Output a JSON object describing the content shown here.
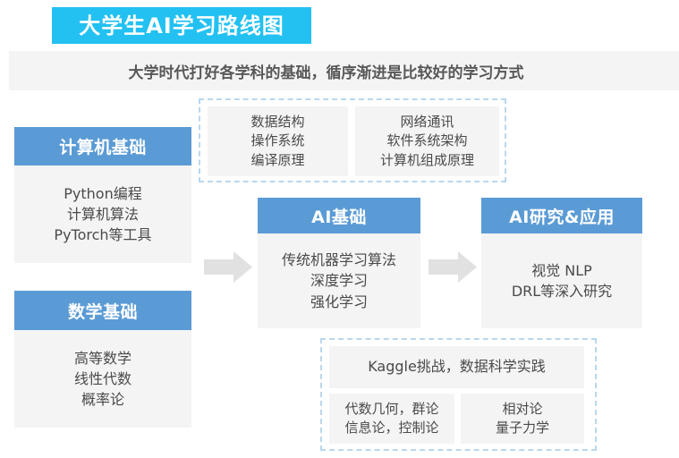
{
  "header": {
    "title": "大学生AI学习路线图",
    "subtitle": "大学时代打好各学科的基础，循序渐进是比较好的学习方式",
    "title_bg_color": "#22c1f2",
    "subtitle_bg_color": "#f4f4f4"
  },
  "palette": {
    "card_header": "#5b9bd5",
    "card_body": "#f4f4f4",
    "dashed_border": "#b9d7ee",
    "arrow": "#e0e0e0",
    "body_text": "#4a4a4c"
  },
  "cards": {
    "cs": {
      "title": "计算机基础",
      "lines": [
        "Python编程",
        "计算机算法",
        "PyTorch等工具"
      ]
    },
    "math": {
      "title": "数学基础",
      "lines": [
        "高等数学",
        "线性代数",
        "概率论"
      ]
    },
    "ai": {
      "title": "AI基础",
      "lines": [
        "传统机器学习算法",
        "深度学习",
        "强化学习"
      ]
    },
    "ai_research": {
      "title": "AI研究&应用",
      "lines": [
        "视觉  NLP",
        "DRL等深入研究"
      ]
    }
  },
  "groups": {
    "top": {
      "panels": [
        {
          "lines": [
            "数据结构",
            "操作系统",
            "编译原理"
          ]
        },
        {
          "lines": [
            "网络通讯",
            "软件系统架构",
            "计算机组成原理"
          ]
        }
      ]
    },
    "bottom": {
      "panels": [
        {
          "lines": [
            "Kaggle挑战，数据科学实践"
          ]
        },
        {
          "lines": [
            "代数几何，群论",
            "信息论，控制论"
          ]
        },
        {
          "lines": [
            "相对论",
            "量子力学"
          ]
        }
      ]
    }
  },
  "arrows": {
    "first_label": "arrow-right",
    "second_label": "arrow-right"
  }
}
